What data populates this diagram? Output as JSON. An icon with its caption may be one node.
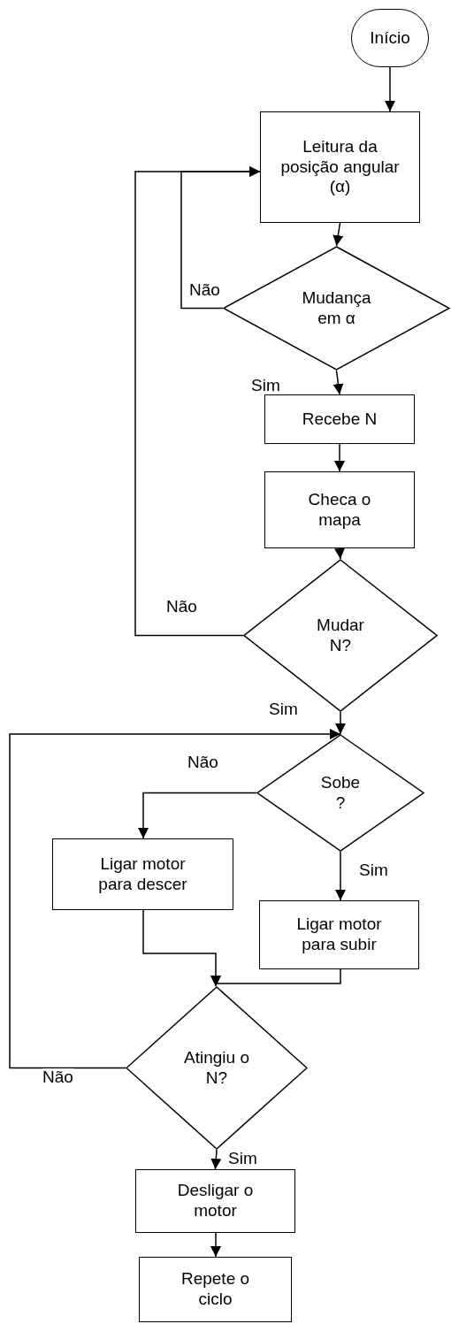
{
  "diagram": {
    "nodes": [
      {
        "text": [
          "Início"
        ]
      },
      {
        "text": [
          "Leitura da posição angular (α)"
        ]
      },
      {
        "text": [
          "Mudança em α"
        ]
      },
      {
        "text": [
          "Recebe N"
        ]
      },
      {
        "text": [
          "Checa o mapa"
        ]
      },
      {
        "text": [
          "Mudar N?"
        ]
      },
      {
        "text": [
          "Sobe ?"
        ]
      },
      {
        "text": [
          "Ligar motor para descer"
        ]
      },
      {
        "text": [
          "Ligar motor para subir"
        ]
      },
      {
        "text": [
          "Atingiu o N?"
        ]
      },
      {
        "text": [
          "Desligar o motor"
        ]
      },
      {
        "text": [
          "Repete o ciclo"
        ]
      }
    ],
    "edges": [
      {
        "from": 0,
        "to": 1,
        "arrow": "to"
      },
      {
        "from": 1,
        "to": 2,
        "arrow": "to"
      },
      {
        "from": 2,
        "to": 1,
        "arrow": "to",
        "label": "Não"
      },
      {
        "from": 2,
        "to": 3,
        "arrow": "to",
        "label": "Sim"
      },
      {
        "from": 3,
        "to": 4,
        "arrow": "to"
      },
      {
        "from": 4,
        "to": 5,
        "arrow": "to"
      },
      {
        "from": 5,
        "to": 1,
        "arrow": "to",
        "label": "Não"
      },
      {
        "from": 5,
        "to": 6,
        "arrow": "to",
        "label": "Sim"
      },
      {
        "from": 6,
        "to": 7,
        "arrow": "to",
        "label": "Não"
      },
      {
        "from": 6,
        "to": 8,
        "arrow": "to",
        "label": "Sim"
      },
      {
        "from": 7,
        "to": 9,
        "arrow": "to"
      },
      {
        "from": 8,
        "to": 9,
        "arrow": "to"
      },
      {
        "from": 9,
        "to": 6,
        "arrow": "to",
        "label": "Não"
      },
      {
        "from": 9,
        "to": 10,
        "arrow": "to",
        "label": "Sim"
      },
      {
        "from": 10,
        "to": 11,
        "arrow": "to"
      }
    ]
  }
}
